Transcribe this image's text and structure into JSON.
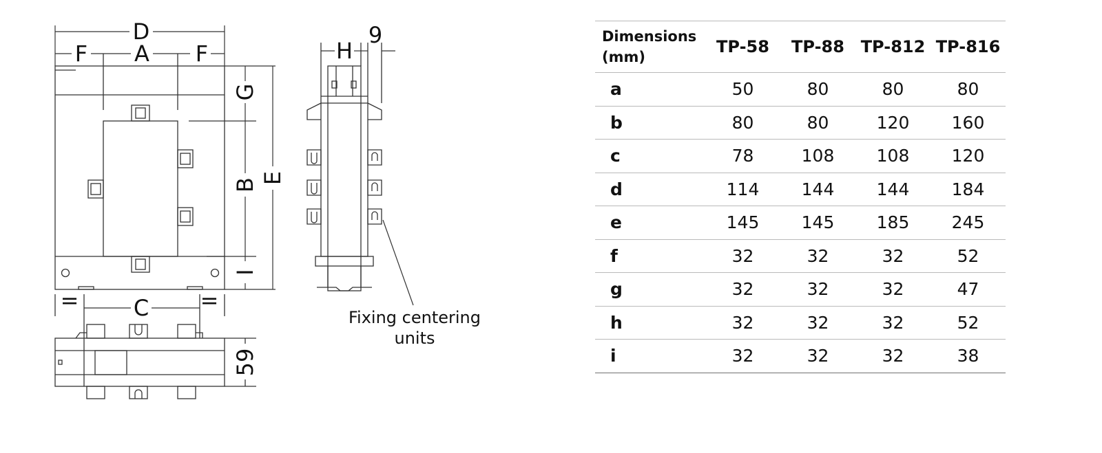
{
  "drawing": {
    "labels": {
      "d": "D",
      "f_left": "F",
      "a": "A",
      "f_right": "F",
      "h": "H",
      "nine": "9",
      "g": "G",
      "b": "B",
      "e": "E",
      "i": "I",
      "eq_left": "=",
      "c": "C",
      "eq_right": "=",
      "fifty_nine": "59"
    },
    "callout": {
      "line1": "Fixing centering",
      "line2": "units"
    }
  },
  "table": {
    "header_label_line1": "Dimensions",
    "header_label_line2": "(mm)",
    "models": [
      "TP-58",
      "TP-88",
      "TP-812",
      "TP-816"
    ],
    "rows": [
      {
        "key": "a",
        "values": [
          "50",
          "80",
          "80",
          "80"
        ]
      },
      {
        "key": "b",
        "values": [
          "80",
          "80",
          "120",
          "160"
        ]
      },
      {
        "key": "c",
        "values": [
          "78",
          "108",
          "108",
          "120"
        ]
      },
      {
        "key": "d",
        "values": [
          "114",
          "144",
          "144",
          "184"
        ]
      },
      {
        "key": "e",
        "values": [
          "145",
          "145",
          "185",
          "245"
        ]
      },
      {
        "key": "f",
        "values": [
          "32",
          "32",
          "32",
          "52"
        ]
      },
      {
        "key": "g",
        "values": [
          "32",
          "32",
          "32",
          "47"
        ]
      },
      {
        "key": "h",
        "values": [
          "32",
          "32",
          "32",
          "52"
        ]
      },
      {
        "key": "i",
        "values": [
          "32",
          "32",
          "32",
          "38"
        ]
      }
    ]
  }
}
